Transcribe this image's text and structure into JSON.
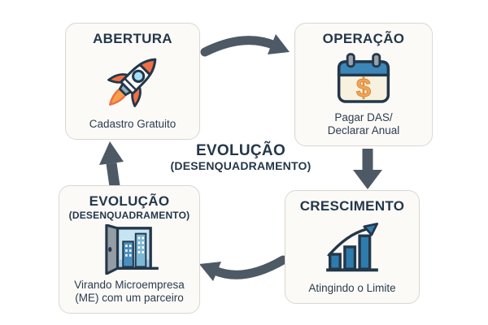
{
  "diagram": {
    "title_meaning": "MEI business lifecycle flow",
    "center_label": {
      "title": "EVOLUÇÃO",
      "subtitle": "(DESENQUADRAMENTO)"
    },
    "nodes": {
      "abertura": {
        "title": "ABERTURA",
        "caption1": "Cadastro Gratuito",
        "icon": "rocket-icon"
      },
      "operacao": {
        "title": "OPERAÇÃO",
        "caption1": "Pagar DAS/",
        "caption2": "Declarar Anual",
        "icon": "calendar-dollar-icon"
      },
      "crescimento": {
        "title": "CRESCIMENTO",
        "caption1": "Atingindo o Limite",
        "icon": "bar-chart-growth-icon"
      },
      "evolucao": {
        "title": "EVOLUÇÃO",
        "subtitle": "(DESENQUADRAMENTO)",
        "caption1": "Virando Microempresa",
        "caption2": "(ME) com um parceiro",
        "icon": "open-door-icon"
      }
    },
    "colors": {
      "arrow": "#4d5964",
      "title_text": "#24374a",
      "body_text": "#2b3c4e",
      "node_bg": "#fbfaf7",
      "node_border": "#dad7d2",
      "accent_orange": "#ef7046",
      "flame_orange": "#f6a04a",
      "accent_blue": "#2e7cad",
      "window_light_blue": "#a6e0f5",
      "calendar_header_blue": "#3d86b8",
      "calendar_body_cream": "#f7f2df",
      "dollar_orange": "#f2a45c",
      "door_gray": "#949ca4",
      "doorway_sky": "#c7e4f2"
    }
  }
}
